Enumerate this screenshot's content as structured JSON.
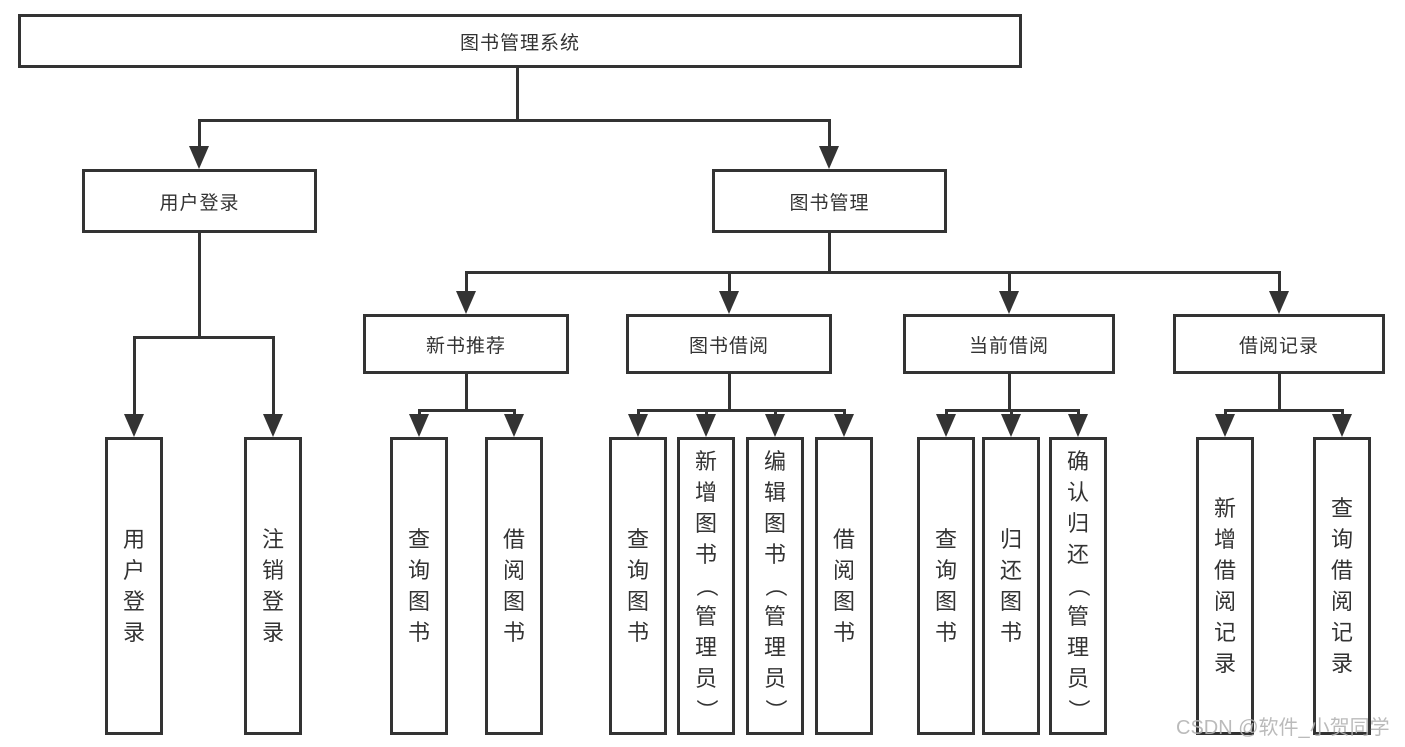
{
  "page": {
    "background": "#ffffff",
    "line_color": "#333333",
    "text_color": "#333333",
    "watermark_color": "#b4b4b4"
  },
  "tree": {
    "root": {
      "label": "图书管理系统"
    },
    "branches": [
      {
        "label": "用户登录",
        "leaves": [
          {
            "label": "用户登录"
          },
          {
            "label": "注销登录"
          }
        ]
      },
      {
        "label": "图书管理",
        "groups": [
          {
            "label": "新书推荐",
            "leaves": [
              {
                "label": "查询图书"
              },
              {
                "label": "借阅图书"
              }
            ]
          },
          {
            "label": "图书借阅",
            "leaves": [
              {
                "label": "查询图书"
              },
              {
                "label": "新增图书（管理员）"
              },
              {
                "label": "编辑图书（管理员）"
              },
              {
                "label": "借阅图书"
              }
            ]
          },
          {
            "label": "当前借阅",
            "leaves": [
              {
                "label": "查询图书"
              },
              {
                "label": "归还图书"
              },
              {
                "label": "确认归还（管理员）"
              }
            ]
          },
          {
            "label": "借阅记录",
            "leaves": [
              {
                "label": "新增借阅记录"
              },
              {
                "label": "查询借阅记录"
              }
            ]
          }
        ]
      }
    ]
  },
  "watermark": {
    "text": "CSDN @软件_小贺同学"
  }
}
